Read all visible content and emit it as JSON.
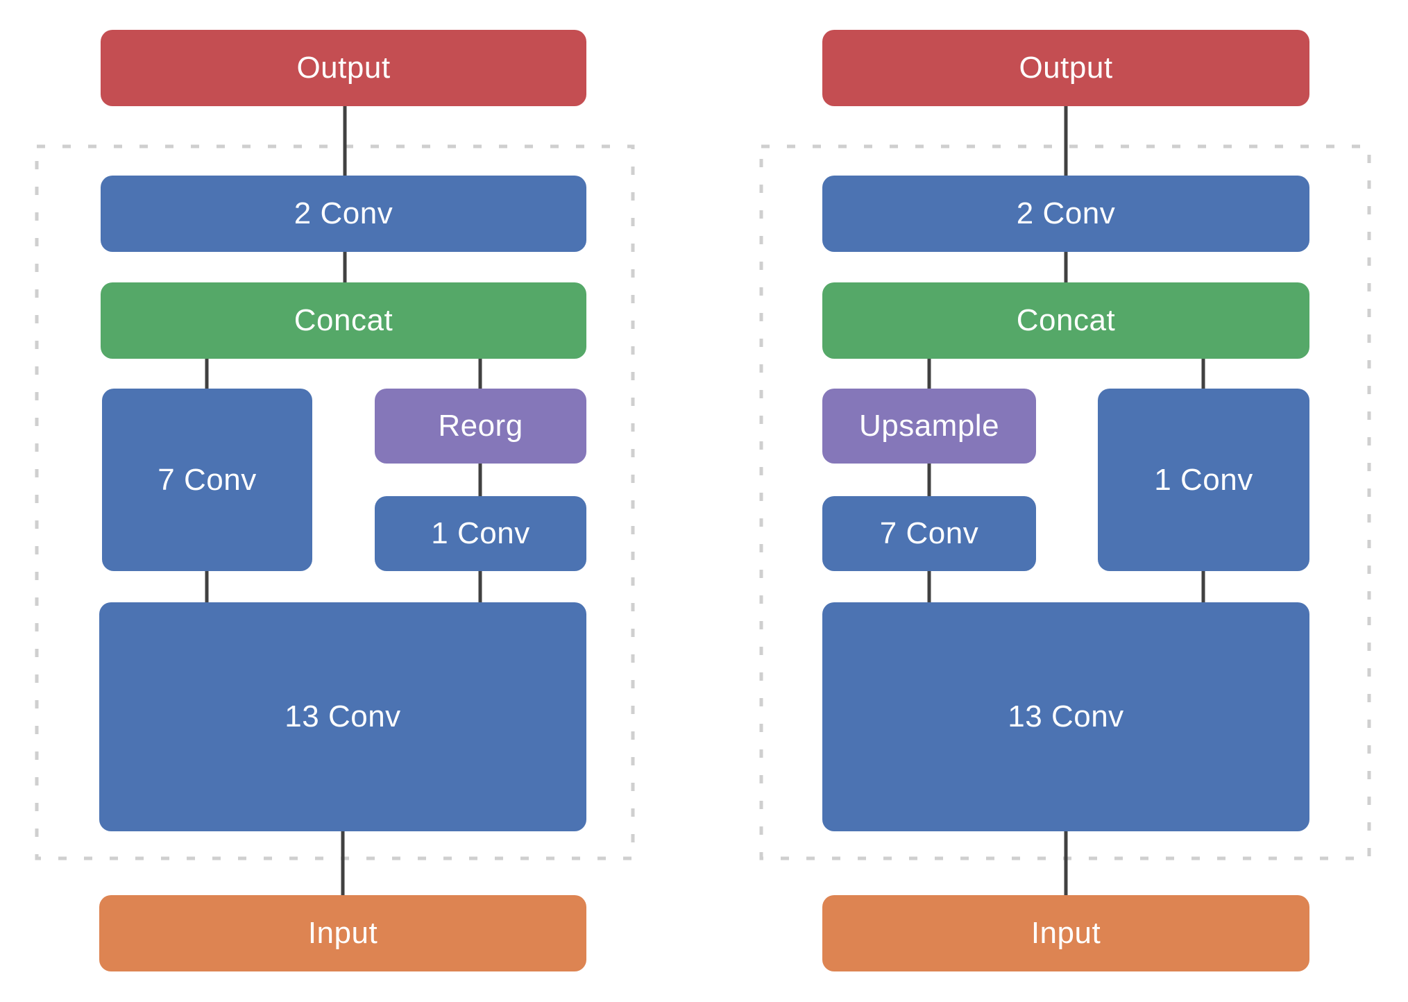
{
  "colors": {
    "blue": "#4C73B2",
    "green": "#55A868",
    "red": "#C44E52",
    "purple": "#8577B9",
    "orange": "#DD8452",
    "connector": "#414141",
    "dashed_border": "#CFCFCF",
    "node_text": "#FFFFFF"
  },
  "diagrams": {
    "left": {
      "nodes": {
        "output": {
          "label": "Output",
          "color": "#C44E52"
        },
        "conv2": {
          "label": "2 Conv",
          "color": "#4C73B2"
        },
        "concat": {
          "label": "Concat",
          "color": "#55A868"
        },
        "conv7": {
          "label": "7 Conv",
          "color": "#4C73B2"
        },
        "reorg": {
          "label": "Reorg",
          "color": "#8577B9"
        },
        "conv1": {
          "label": "1 Conv",
          "color": "#4C73B2"
        },
        "conv13": {
          "label": "13 Conv",
          "color": "#4C73B2"
        },
        "input": {
          "label": "Input",
          "color": "#DD8452"
        }
      }
    },
    "right": {
      "nodes": {
        "output": {
          "label": "Output",
          "color": "#C44E52"
        },
        "conv2": {
          "label": "2 Conv",
          "color": "#4C73B2"
        },
        "concat": {
          "label": "Concat",
          "color": "#55A868"
        },
        "upsample": {
          "label": "Upsample",
          "color": "#8577B9"
        },
        "conv7": {
          "label": "7 Conv",
          "color": "#4C73B2"
        },
        "conv1": {
          "label": "1 Conv",
          "color": "#4C73B2"
        },
        "conv13": {
          "label": "13 Conv",
          "color": "#4C73B2"
        },
        "input": {
          "label": "Input",
          "color": "#DD8452"
        }
      }
    }
  }
}
